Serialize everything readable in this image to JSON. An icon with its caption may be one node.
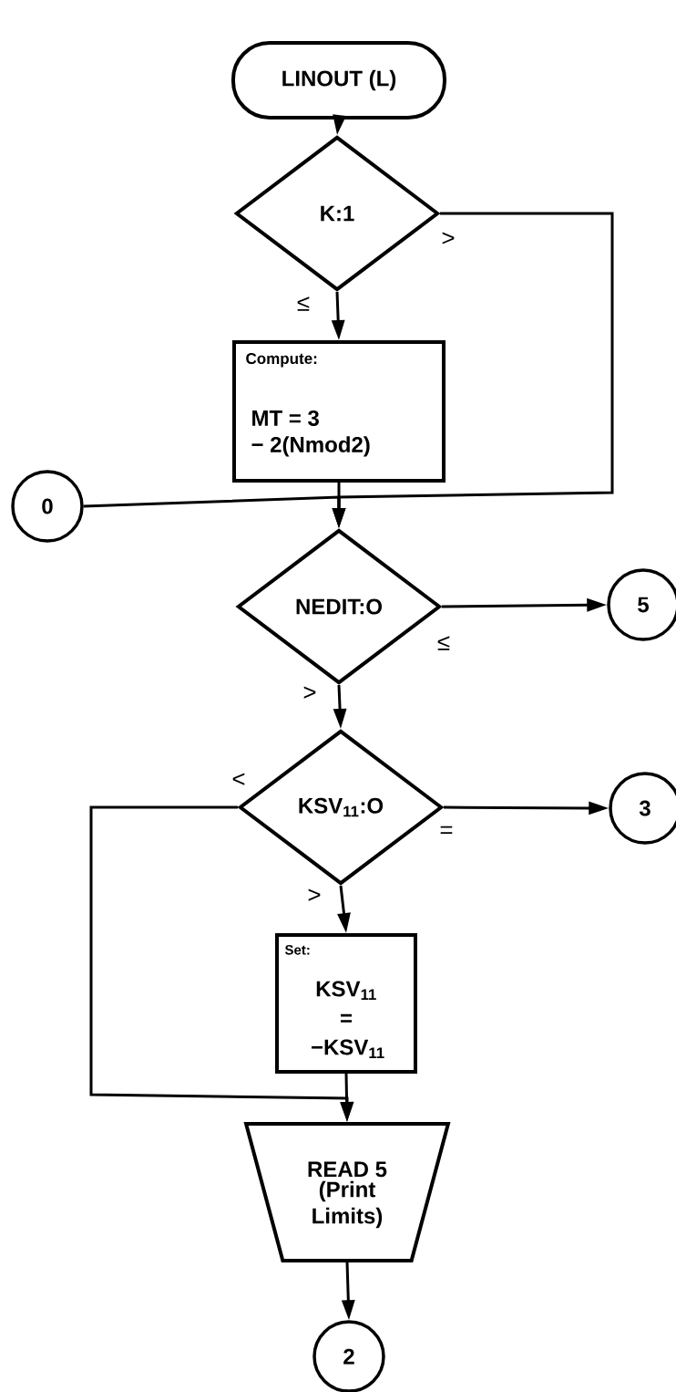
{
  "diagram": {
    "nodes": [
      {
        "text": [
          "LINOUT (L)"
        ]
      },
      {
        "text": [
          "K:1"
        ]
      },
      {
        "text": [
          "Compute:",
          "MT = 3 − 2(Nmod2)"
        ]
      },
      {
        "text": [
          "0"
        ]
      },
      {
        "text": [
          "NEDIT:O"
        ]
      },
      {
        "text": [
          "5"
        ]
      },
      {
        "text": [
          "KSV$_{11}$:O"
        ]
      },
      {
        "text": [
          "3"
        ]
      },
      {
        "text": [
          "Set:",
          "KSV$_{11}$ = −KSV$_{11}$"
        ]
      },
      {
        "text": [
          "READ 5",
          "(Print Limits)"
        ]
      },
      {
        "text": [
          "2"
        ]
      }
    ],
    "edges": [
      {
        "from": 0,
        "to": 1,
        "arrow": "to"
      },
      {
        "from": 1,
        "to": 2,
        "arrow": "to",
        "label": "≤"
      },
      {
        "from": 1,
        "to": 4,
        "arrow": "to",
        "label": ">"
      },
      {
        "from": 2,
        "to": 4,
        "arrow": "to"
      },
      {
        "from": 3,
        "to": 4,
        "arrow": "to"
      },
      {
        "from": 4,
        "to": 5,
        "arrow": "to",
        "label": "≤"
      },
      {
        "from": 4,
        "to": 6,
        "arrow": "to",
        "label": ">"
      },
      {
        "from": 6,
        "to": 7,
        "arrow": "to",
        "label": "="
      },
      {
        "from": 6,
        "to": 8,
        "arrow": "to",
        "label": ">"
      },
      {
        "from": 6,
        "to": 9,
        "arrow": "to",
        "label": "<"
      },
      {
        "from": 8,
        "to": 9,
        "arrow": "to"
      },
      {
        "from": 9,
        "to": 10,
        "arrow": "to"
      }
    ]
  }
}
